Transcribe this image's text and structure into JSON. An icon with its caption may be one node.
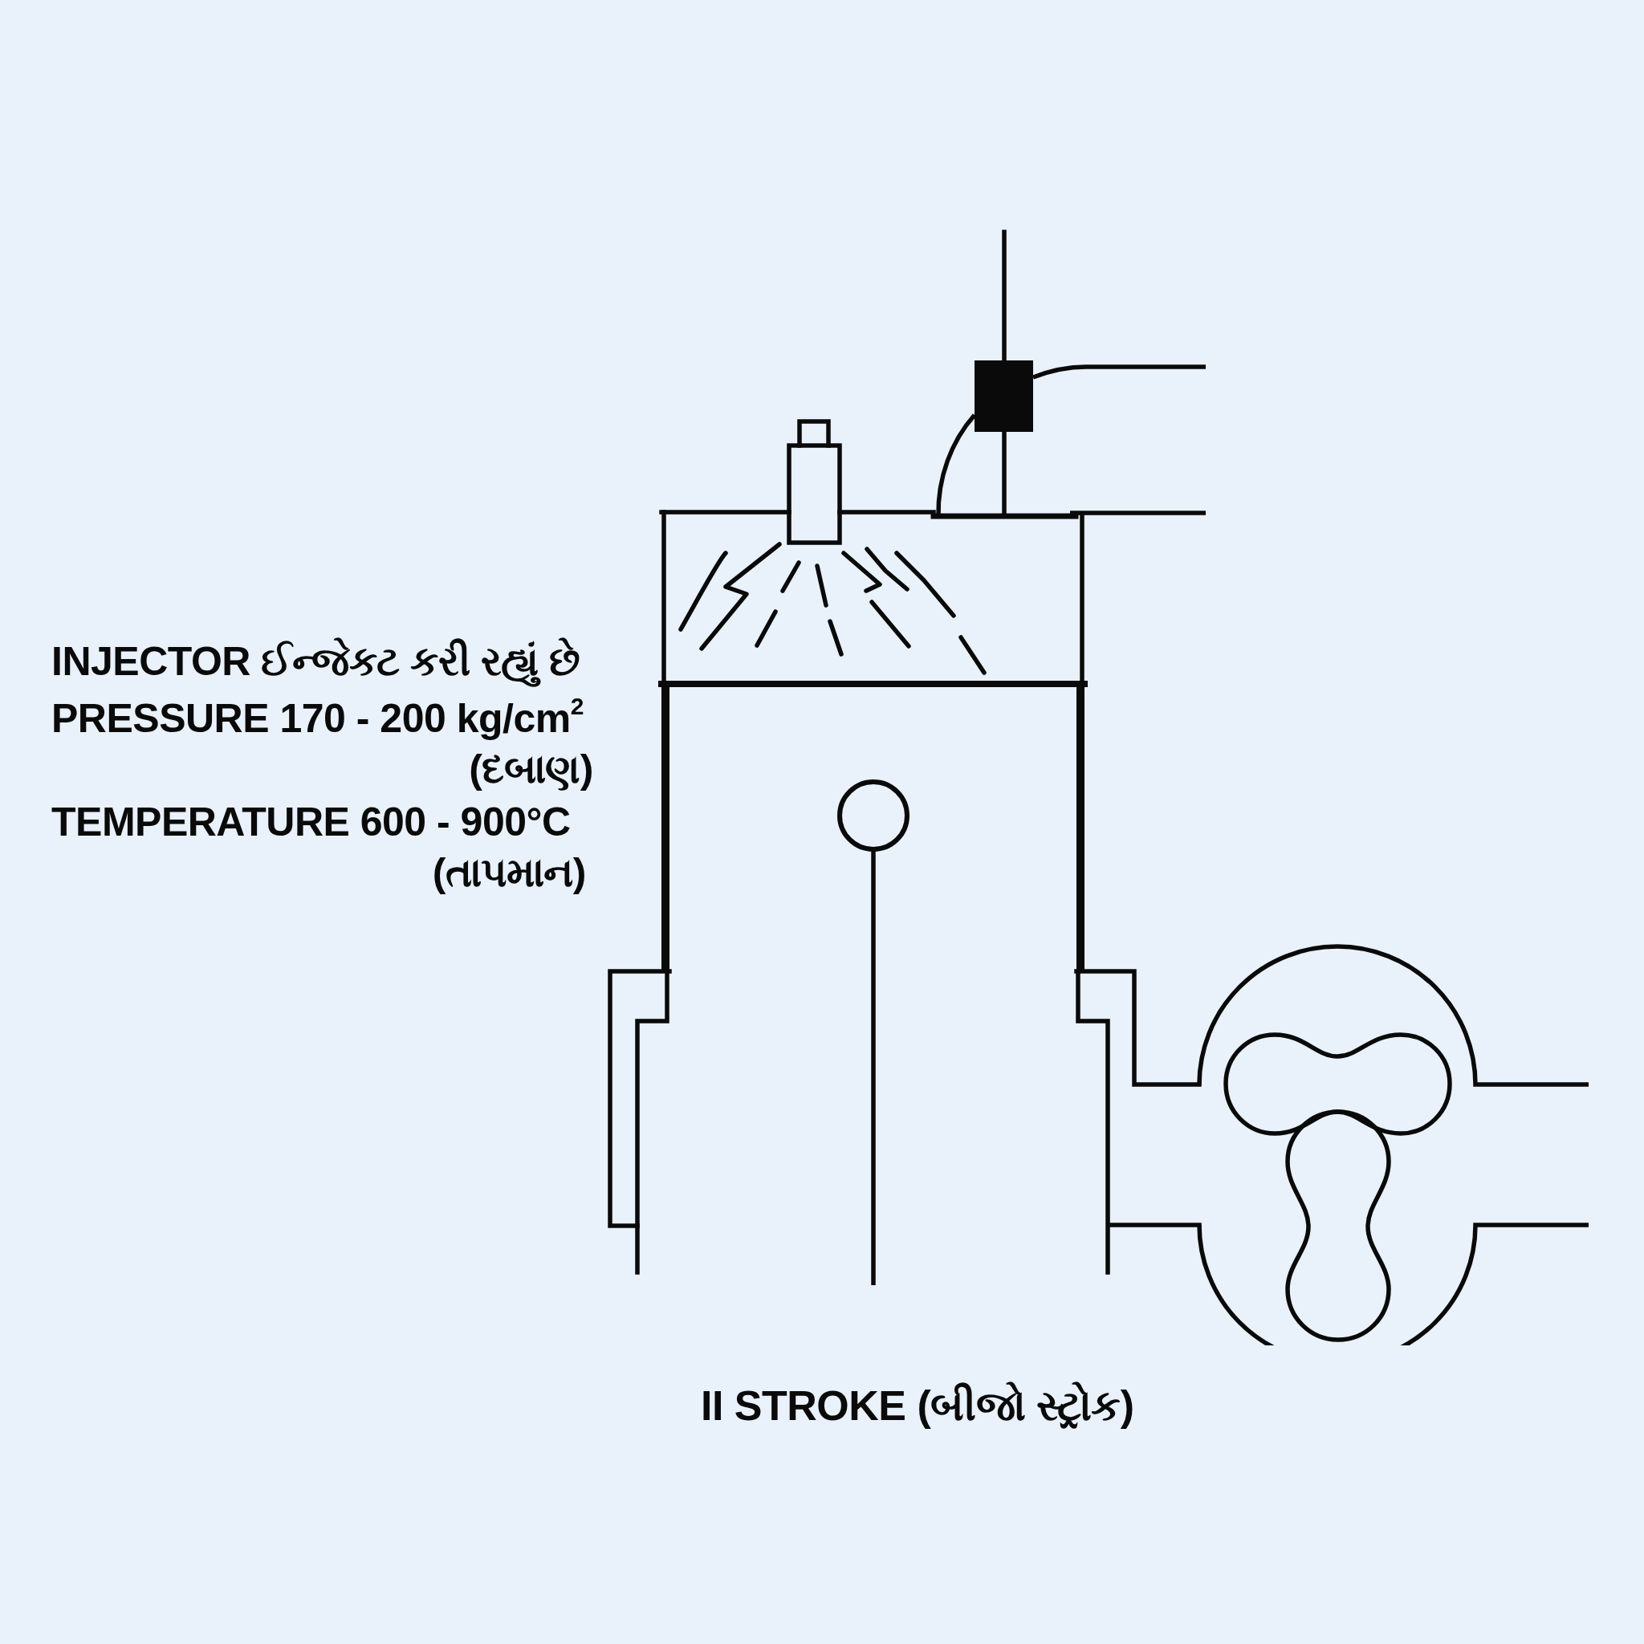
{
  "diagram": {
    "caption": "II STROKE (બીજો સ્ટ્રોક)",
    "labels": [
      "INJECTOR ઈન્જેકટ કરી રહ્યું છે",
      "PRESSURE 170 - 200 kg/cm$^{2}$",
      "(દબાણ)",
      "TEMPERATURE 600 - 900°C",
      "(તાપમાન)"
    ]
  }
}
